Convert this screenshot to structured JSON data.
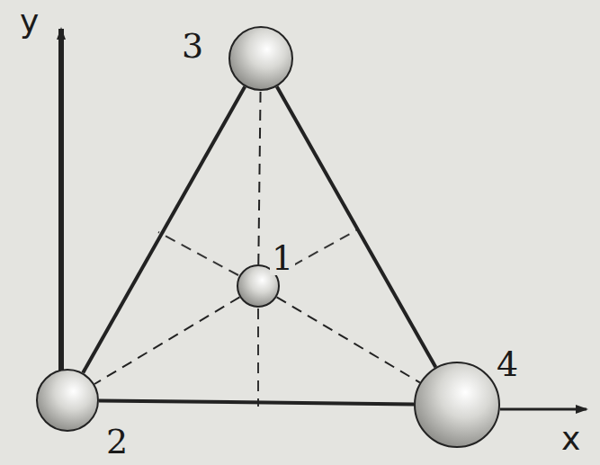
{
  "diagram": {
    "nodes": [
      {
        "text": [
          "3"
        ]
      },
      {
        "text": [
          "1"
        ]
      },
      {
        "text": [
          "2"
        ]
      },
      {
        "text": [
          "4"
        ]
      }
    ],
    "edges": [
      {
        "from": 2,
        "to": 0,
        "arrow": "none"
      },
      {
        "from": 0,
        "to": 3,
        "arrow": "none"
      },
      {
        "from": 2,
        "to": 3,
        "arrow": "none"
      },
      {
        "from": 1,
        "to": 0,
        "arrow": "none"
      },
      {
        "from": 1,
        "to": 2,
        "arrow": "none"
      },
      {
        "from": 1,
        "to": 3,
        "arrow": "none"
      }
    ],
    "labels": [
      "y",
      "x"
    ]
  }
}
